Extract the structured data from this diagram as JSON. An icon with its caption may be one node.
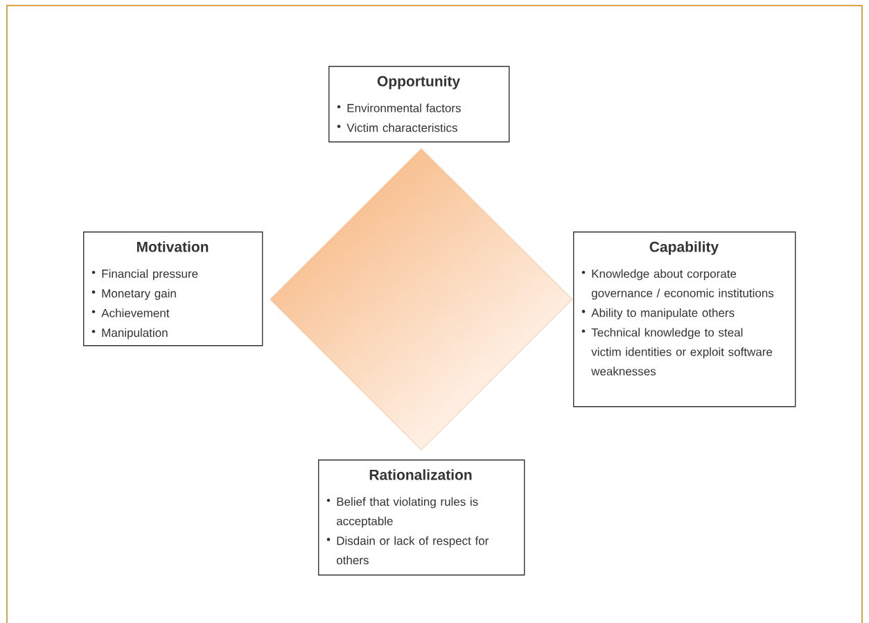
{
  "diagram": {
    "nodes": [
      {
        "text": [
          "Opportunity",
          "Environmental factors",
          "Victim characteristics"
        ]
      },
      {
        "text": [
          "Motivation",
          "Financial pressure",
          "Monetary gain",
          "Achievement",
          "Manipulation"
        ]
      },
      {
        "text": [],
        "shape": "diamond"
      },
      {
        "text": [
          "Capability",
          "Knowledge about corporate governance / economic institutions",
          "Ability to manipulate others",
          "Technical knowledge to steal victim identities or exploit software weaknesses"
        ]
      },
      {
        "text": [
          "Rationalization",
          "Belief that violating rules is acceptable",
          "Disdain or lack of respect for others"
        ]
      }
    ]
  }
}
